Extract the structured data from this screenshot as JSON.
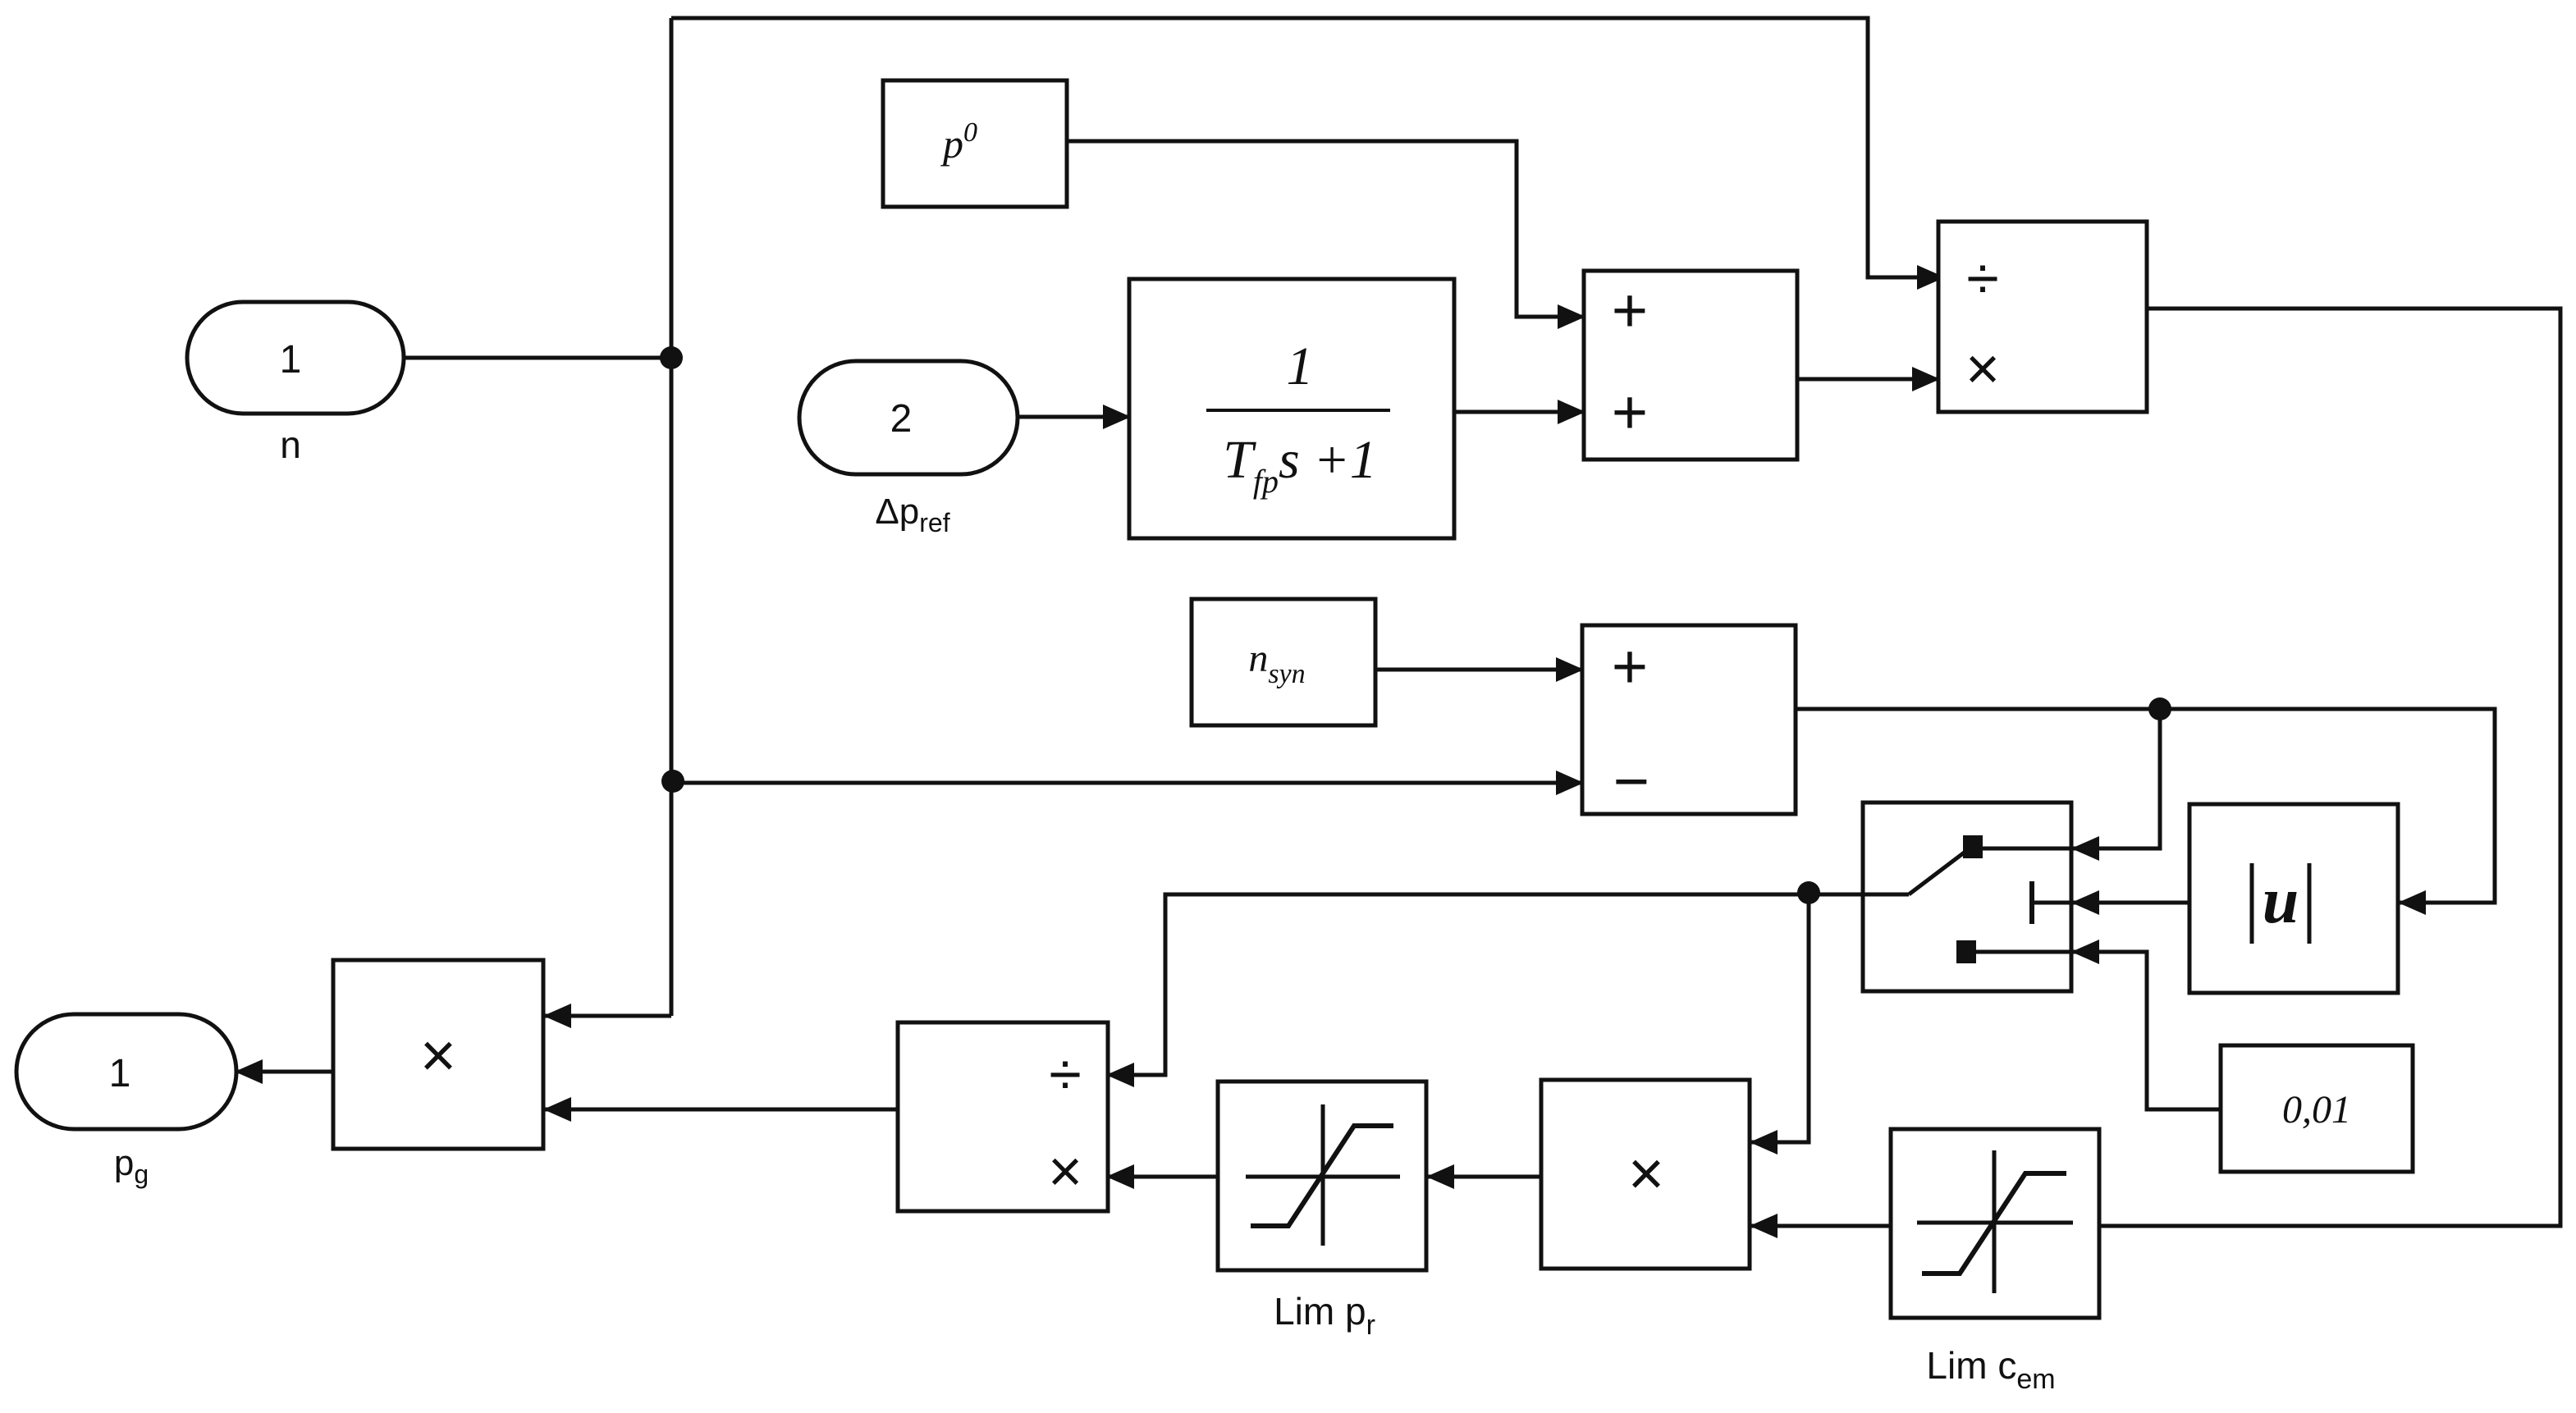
{
  "inports": {
    "n": {
      "number": "1",
      "label": "n"
    },
    "dp_ref": {
      "number": "2",
      "label_main": "Δp",
      "label_sub": "ref"
    }
  },
  "outport": {
    "number": "1",
    "label_main": "p",
    "label_sub": "g"
  },
  "constants": {
    "p0": {
      "main": "p",
      "sup": "0"
    },
    "nsyn": {
      "main": "n",
      "sub": "syn"
    },
    "threshold": "0,01"
  },
  "transfer_fn": {
    "numerator": "1",
    "den_T": "T",
    "den_sub": "fp",
    "den_rest": "s +1"
  },
  "sum_signs": {
    "plus": "+",
    "minus": "−"
  },
  "op_symbols": {
    "divide": "÷",
    "multiply": "×"
  },
  "abs_block": {
    "var": "u"
  },
  "saturation_labels": {
    "lim_pr": {
      "main": "Lim p",
      "sub": "r"
    },
    "lim_cem": {
      "main": "Lim c",
      "sub": "em"
    }
  }
}
